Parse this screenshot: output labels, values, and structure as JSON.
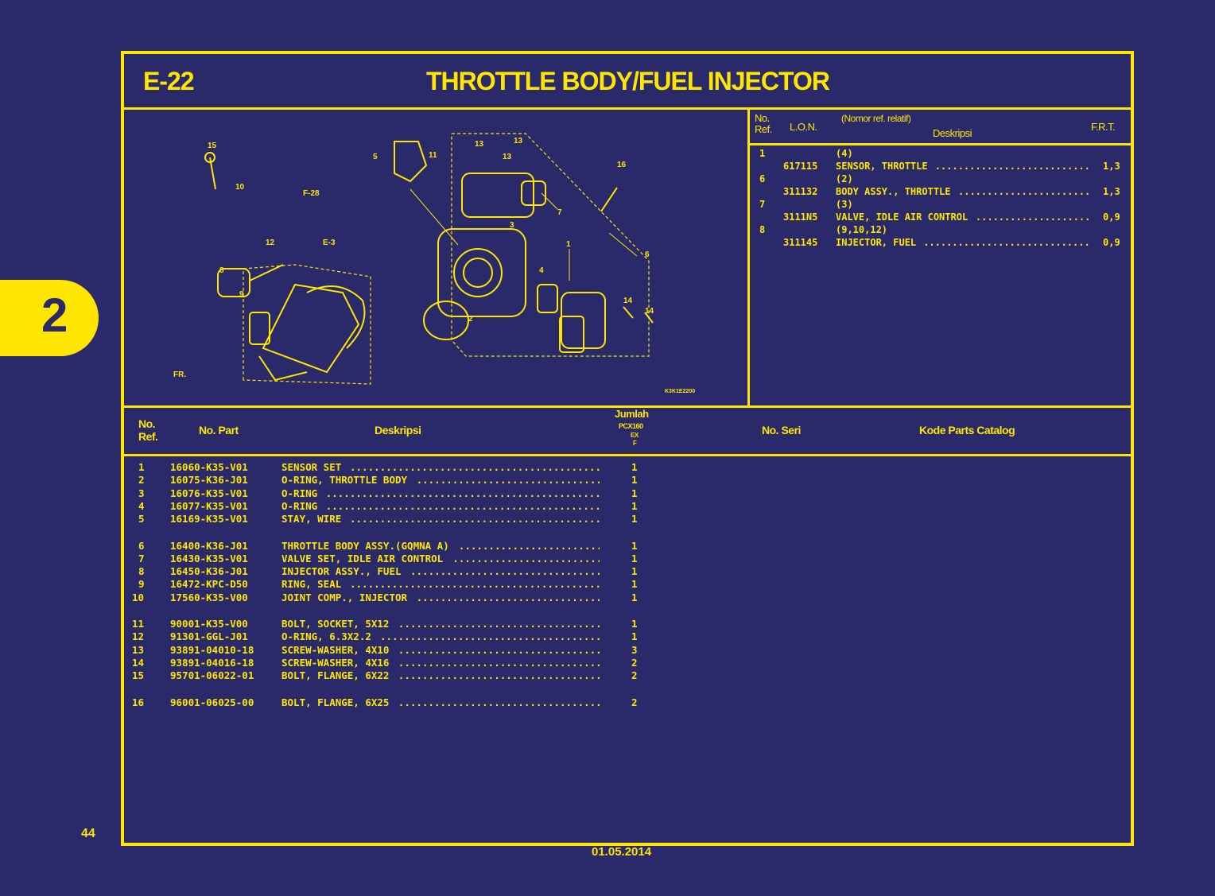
{
  "header": {
    "code": "E-22",
    "title": "THROTTLE BODY/FUEL INJECTOR"
  },
  "section_tab": "2",
  "illustration": {
    "labels": [
      "15",
      "10",
      "F-28",
      "5",
      "11",
      "13",
      "13",
      "13",
      "16",
      "12",
      "E-3",
      "8",
      "9",
      "7",
      "3",
      "1",
      "6",
      "4",
      "2",
      "14",
      "14",
      "FR."
    ],
    "drawing_code": "K3K1E2200"
  },
  "lon_table": {
    "headers": {
      "ref": "No.\nRef.",
      "lon": "L.O.N.",
      "note": "(Nomor ref. relatif)",
      "desc": "Deskripsi",
      "frt": "F.R.T."
    },
    "rows": [
      {
        "ref": "1",
        "lon": "",
        "desc": "(4)",
        "frt": ""
      },
      {
        "ref": "",
        "lon": "617115",
        "desc": "SENSOR, THROTTLE",
        "frt": "1,3"
      },
      {
        "ref": "6",
        "lon": "",
        "desc": "(2)",
        "frt": ""
      },
      {
        "ref": "",
        "lon": "311132",
        "desc": "BODY ASSY., THROTTLE",
        "frt": "1,3"
      },
      {
        "ref": "7",
        "lon": "",
        "desc": "(3)",
        "frt": ""
      },
      {
        "ref": "",
        "lon": "3111N5",
        "desc": "VALVE, IDLE AIR CONTROL",
        "frt": "0,9"
      },
      {
        "ref": "8",
        "lon": "",
        "desc": "(9,10,12)",
        "frt": ""
      },
      {
        "ref": "",
        "lon": "311145",
        "desc": "INJECTOR, FUEL",
        "frt": "0,9"
      }
    ]
  },
  "parts_header": {
    "ref": "No.",
    "ref2": "Ref.",
    "part": "No. Part",
    "desc": "Deskripsi",
    "qty": "Jumlah",
    "model": "PCX160",
    "model2": "EX",
    "model3": "F",
    "serial": "No. Seri",
    "catalog": "Kode Parts Catalog"
  },
  "parts": [
    {
      "ref": "1",
      "part": "16060-K35-V01",
      "desc": "SENSOR SET",
      "qty": "1"
    },
    {
      "ref": "2",
      "part": "16075-K36-J01",
      "desc": "O-RING, THROTTLE BODY",
      "qty": "1"
    },
    {
      "ref": "3",
      "part": "16076-K35-V01",
      "desc": "O-RING",
      "qty": "1"
    },
    {
      "ref": "4",
      "part": "16077-K35-V01",
      "desc": "O-RING",
      "qty": "1"
    },
    {
      "ref": "5",
      "part": "16169-K35-V01",
      "desc": "STAY, WIRE",
      "qty": "1"
    },
    {
      "ref": "6",
      "part": "16400-K36-J01",
      "desc": "THROTTLE BODY ASSY.(GQMNA A)",
      "qty": "1"
    },
    {
      "ref": "7",
      "part": "16430-K35-V01",
      "desc": "VALVE SET, IDLE AIR CONTROL",
      "qty": "1"
    },
    {
      "ref": "8",
      "part": "16450-K36-J01",
      "desc": "INJECTOR ASSY., FUEL",
      "qty": "1"
    },
    {
      "ref": "9",
      "part": "16472-KPC-D50",
      "desc": "RING, SEAL",
      "qty": "1"
    },
    {
      "ref": "10",
      "part": "17560-K35-V00",
      "desc": "JOINT COMP., INJECTOR",
      "qty": "1"
    },
    {
      "ref": "11",
      "part": "90001-K35-V00",
      "desc": "BOLT, SOCKET, 5X12",
      "qty": "1"
    },
    {
      "ref": "12",
      "part": "91301-GGL-J01",
      "desc": "O-RING, 6.3X2.2",
      "qty": "1"
    },
    {
      "ref": "13",
      "part": "93891-04010-18",
      "desc": "SCREW-WASHER, 4X10",
      "qty": "3"
    },
    {
      "ref": "14",
      "part": "93891-04016-18",
      "desc": "SCREW-WASHER, 4X16",
      "qty": "2"
    },
    {
      "ref": "15",
      "part": "95701-06022-01",
      "desc": "BOLT, FLANGE, 6X22",
      "qty": "2"
    },
    {
      "ref": "16",
      "part": "96001-06025-00",
      "desc": "BOLT, FLANGE, 6X25",
      "qty": "2"
    }
  ],
  "footer": {
    "page": "44",
    "date": "01.05.2014"
  },
  "colors": {
    "background": "#2a2a6b",
    "accent": "#ffe600"
  }
}
